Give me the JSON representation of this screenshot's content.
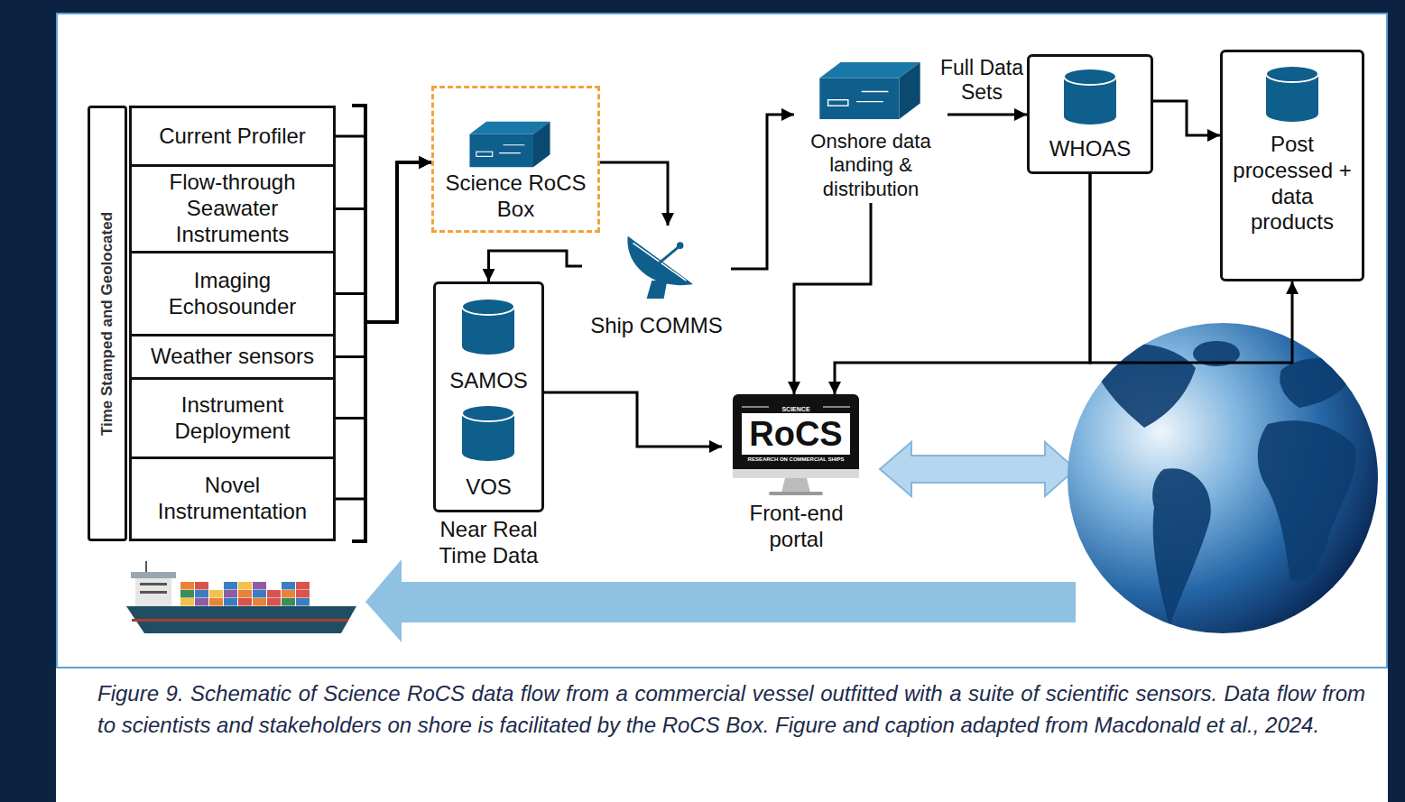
{
  "diagram": {
    "caption": "Figure 9. Schematic of Science RoCS data flow from a commercial vessel outfitted with a suite of scientific sensors. Data flow from to scientists and stakeholders on shore is facilitated by the RoCS Box. Figure and caption adapted from Macdonald et al., 2024.",
    "nodes": [
      {
        "text": [
          "Time Stamped and Geolocated"
        ]
      },
      {
        "text": [
          "Current Profiler"
        ]
      },
      {
        "text": [
          "Flow-through Seawater Instruments"
        ]
      },
      {
        "text": [
          "Imaging Echosounder"
        ]
      },
      {
        "text": [
          "Weather sensors"
        ]
      },
      {
        "text": [
          "Instrument Deployment"
        ]
      },
      {
        "text": [
          "Novel Instrumentation"
        ]
      },
      {
        "text": [
          "Science RoCS Box"
        ]
      },
      {
        "text": [
          "Onshore data landing & distribution"
        ]
      },
      {
        "text": [
          "WHOAS"
        ]
      },
      {
        "text": [
          "Post processed + data products"
        ]
      },
      {
        "text": [
          "Ship COMMS"
        ]
      },
      {
        "text": [
          "Near Real Time Data"
        ]
      },
      {
        "text": [
          "SAMOS"
        ],
        "in": 12
      },
      {
        "text": [
          "VOS"
        ],
        "in": 12
      },
      {
        "text": [
          "SCIENCE",
          "RoCS",
          "RESEARCH ON COMMERCIAL SHIPS",
          "Front-end portal"
        ]
      }
    ],
    "edges": [
      {
        "from": 1,
        "to": 7,
        "arrow": "to"
      },
      {
        "from": 2,
        "to": 7,
        "arrow": "to"
      },
      {
        "from": 3,
        "to": 7,
        "arrow": "to"
      },
      {
        "from": 4,
        "to": 7,
        "arrow": "to"
      },
      {
        "from": 5,
        "to": 7,
        "arrow": "to"
      },
      {
        "from": 6,
        "to": 7,
        "arrow": "to"
      },
      {
        "from": 7,
        "to": 11,
        "arrow": "to"
      },
      {
        "from": 11,
        "to": 12,
        "arrow": "to"
      },
      {
        "from": 11,
        "to": 8,
        "arrow": "to"
      },
      {
        "from": 8,
        "to": 9,
        "label": "Full Data Sets",
        "arrow": "to"
      },
      {
        "from": 9,
        "to": 10,
        "arrow": "to"
      },
      {
        "from": 8,
        "to": 15,
        "arrow": "to"
      },
      {
        "from": 9,
        "to": 15,
        "arrow": "to"
      },
      {
        "from": 9,
        "to": 10,
        "arrow": "to"
      },
      {
        "from": 12,
        "to": 15,
        "arrow": "to"
      }
    ]
  }
}
